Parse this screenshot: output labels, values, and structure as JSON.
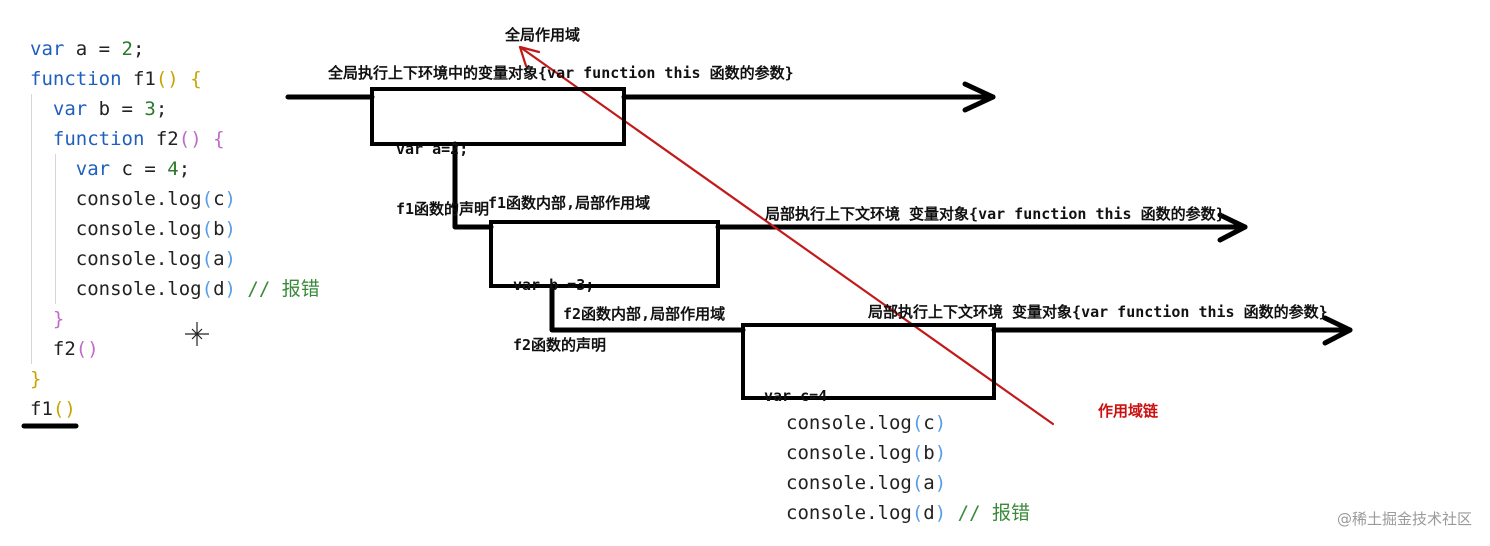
{
  "code": {
    "l1": {
      "kw": "var",
      "rest": " a = ",
      "num": "2",
      "end": ";"
    },
    "l2": {
      "kw": "function",
      "name": " f1",
      "po": "(",
      "pc": ")",
      "rest": " ",
      "brace": "{"
    },
    "l3": {
      "kw": "var",
      "rest": " b = ",
      "num": "3",
      "end": ";"
    },
    "l4": {
      "kw": "function",
      "name": " f2",
      "po": "(",
      "pc": ")",
      "rest": " ",
      "brace": "{"
    },
    "l5": {
      "kw": "var",
      "rest": " c = ",
      "num": "4",
      "end": ";"
    },
    "logs": [
      {
        "pre": "console.log",
        "po": "(",
        "arg": "c",
        "pc": ")",
        "comment": ""
      },
      {
        "pre": "console.log",
        "po": "(",
        "arg": "b",
        "pc": ")",
        "comment": ""
      },
      {
        "pre": "console.log",
        "po": "(",
        "arg": "a",
        "pc": ")",
        "comment": ""
      },
      {
        "pre": "console.log",
        "po": "(",
        "arg": "d",
        "pc": ")",
        "comment": " // 报错"
      }
    ],
    "l10": "}",
    "l11": {
      "name": "f2",
      "po": "(",
      "pc": ")"
    },
    "l12": "}",
    "l13": {
      "name": "f1",
      "po": "(",
      "pc": ")"
    }
  },
  "labels": {
    "global_scope": "全局作用域",
    "global_ctx": "全局执行上下环境中的变量对象{var function this 函数的参数}",
    "f1_scope": "f1函数内部,局部作用域",
    "f1_ctx": "局部执行上下文环境 变量对象{var function this 函数的参数}",
    "f2_scope": "f2函数内部,局部作用域",
    "f2_ctx": "局部执行上下文环境 变量对象{var function this 函数的参数}",
    "scope_chain": "作用域链"
  },
  "boxes": {
    "global": [
      "var a=2;",
      "f1函数的声明"
    ],
    "f1": [
      "var b =3;",
      "f2函数的声明"
    ],
    "f2": [
      "var c=4"
    ]
  },
  "bottom_logs": [
    {
      "pre": "console.log",
      "po": "(",
      "arg": "c",
      "pc": ")",
      "comment": ""
    },
    {
      "pre": "console.log",
      "po": "(",
      "arg": "b",
      "pc": ")",
      "comment": ""
    },
    {
      "pre": "console.log",
      "po": "(",
      "arg": "a",
      "pc": ")",
      "comment": ""
    },
    {
      "pre": "console.log",
      "po": "(",
      "arg": "d",
      "pc": ")",
      "comment": " // 报错"
    }
  ],
  "watermark": "@稀土掘金技术社区",
  "colors": {
    "keyword": "#1f5fbf",
    "number": "#2b7a2b",
    "comment": "#3a8a3a",
    "chain": "#cc1111"
  }
}
